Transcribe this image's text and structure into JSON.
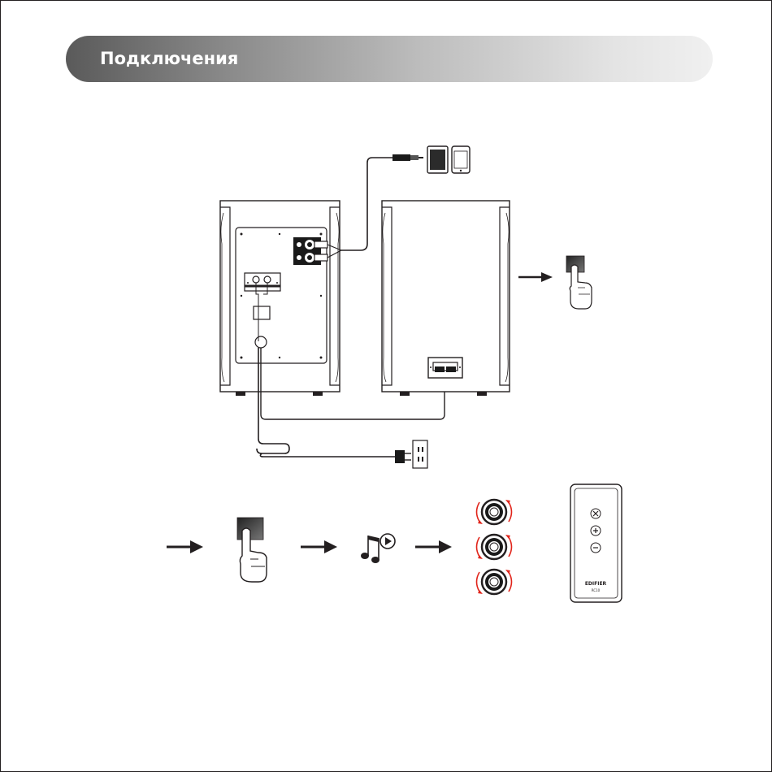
{
  "header": {
    "title": "Подключения"
  },
  "remote": {
    "brand": "EDIFIER",
    "model": "RC10"
  },
  "icons": [
    "tablet-icon",
    "smartphone-icon",
    "power-outlet-icon",
    "finger-press-icon",
    "music-play-icon",
    "volume-knob-icon",
    "remote-control-icon",
    "arrow-right-icon"
  ]
}
